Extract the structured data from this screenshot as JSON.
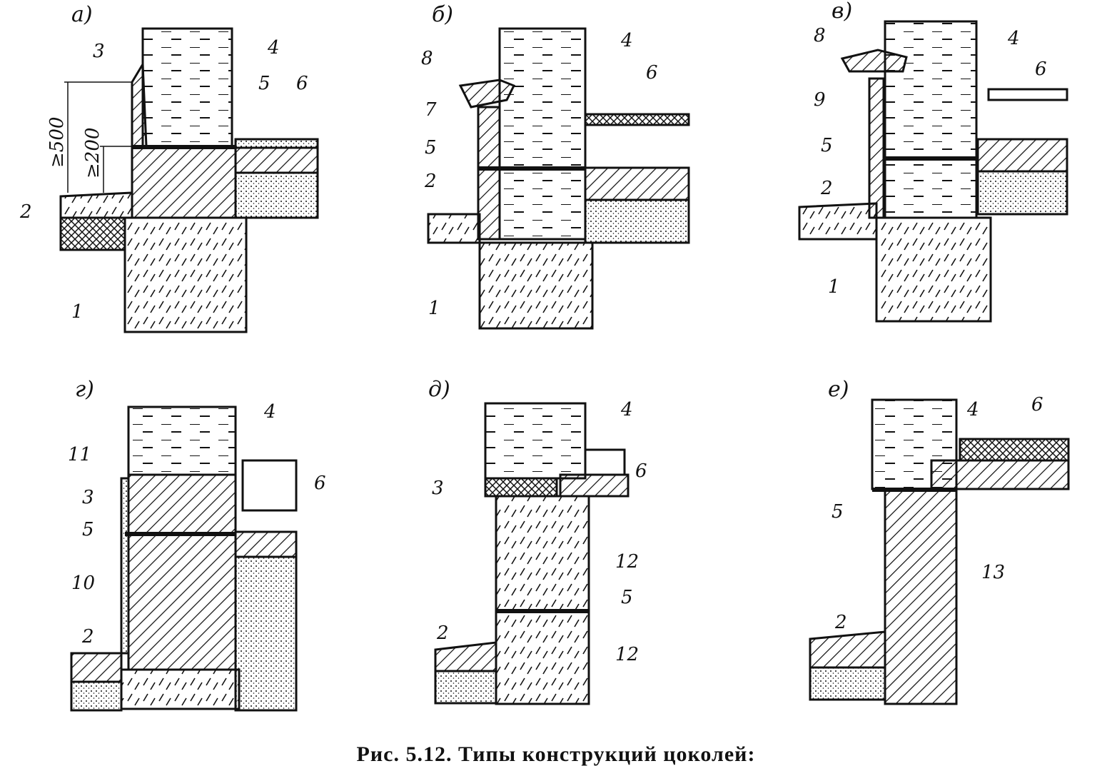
{
  "caption": "Рис. 5.12. Типы конструкций цоколей:",
  "panels": [
    {
      "letter": "а)",
      "labels": [
        "1",
        "2",
        "3",
        "4",
        "5",
        "6"
      ],
      "dims": [
        "≥500",
        "≥200"
      ]
    },
    {
      "letter": "б)",
      "labels": [
        "1",
        "2",
        "4",
        "5",
        "6",
        "7",
        "8"
      ]
    },
    {
      "letter": "в)",
      "labels": [
        "1",
        "2",
        "4",
        "5",
        "6",
        "8",
        "9"
      ]
    },
    {
      "letter": "г)",
      "labels": [
        "2",
        "3",
        "4",
        "5",
        "6",
        "10",
        "11"
      ]
    },
    {
      "letter": "д)",
      "labels": [
        "2",
        "3",
        "4",
        "5",
        "6",
        "12",
        "12"
      ]
    },
    {
      "letter": "е)",
      "labels": [
        "2",
        "4",
        "5",
        "6",
        "13"
      ]
    }
  ]
}
